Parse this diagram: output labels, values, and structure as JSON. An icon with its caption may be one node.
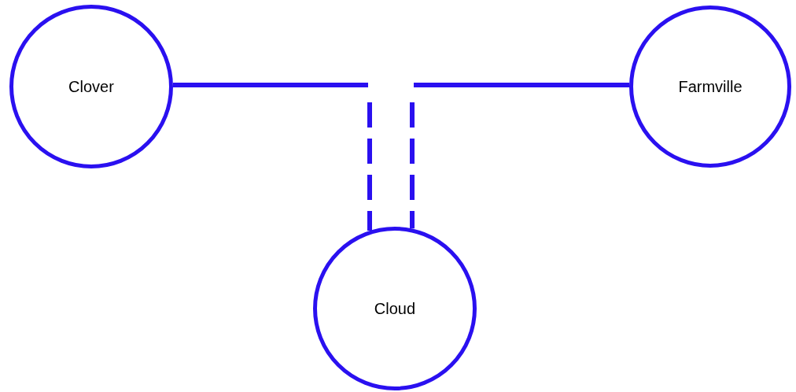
{
  "diagram": {
    "nodes": [
      {
        "text": [
          "Clover"
        ]
      },
      {
        "text": [
          "Farmville"
        ]
      },
      {
        "text": [
          "Cloud"
        ]
      }
    ],
    "edges": [
      {
        "from": 0,
        "to": 2,
        "arrow": "none",
        "style": "dashed"
      },
      {
        "from": 1,
        "to": 2,
        "arrow": "none",
        "style": "dashed"
      }
    ]
  }
}
